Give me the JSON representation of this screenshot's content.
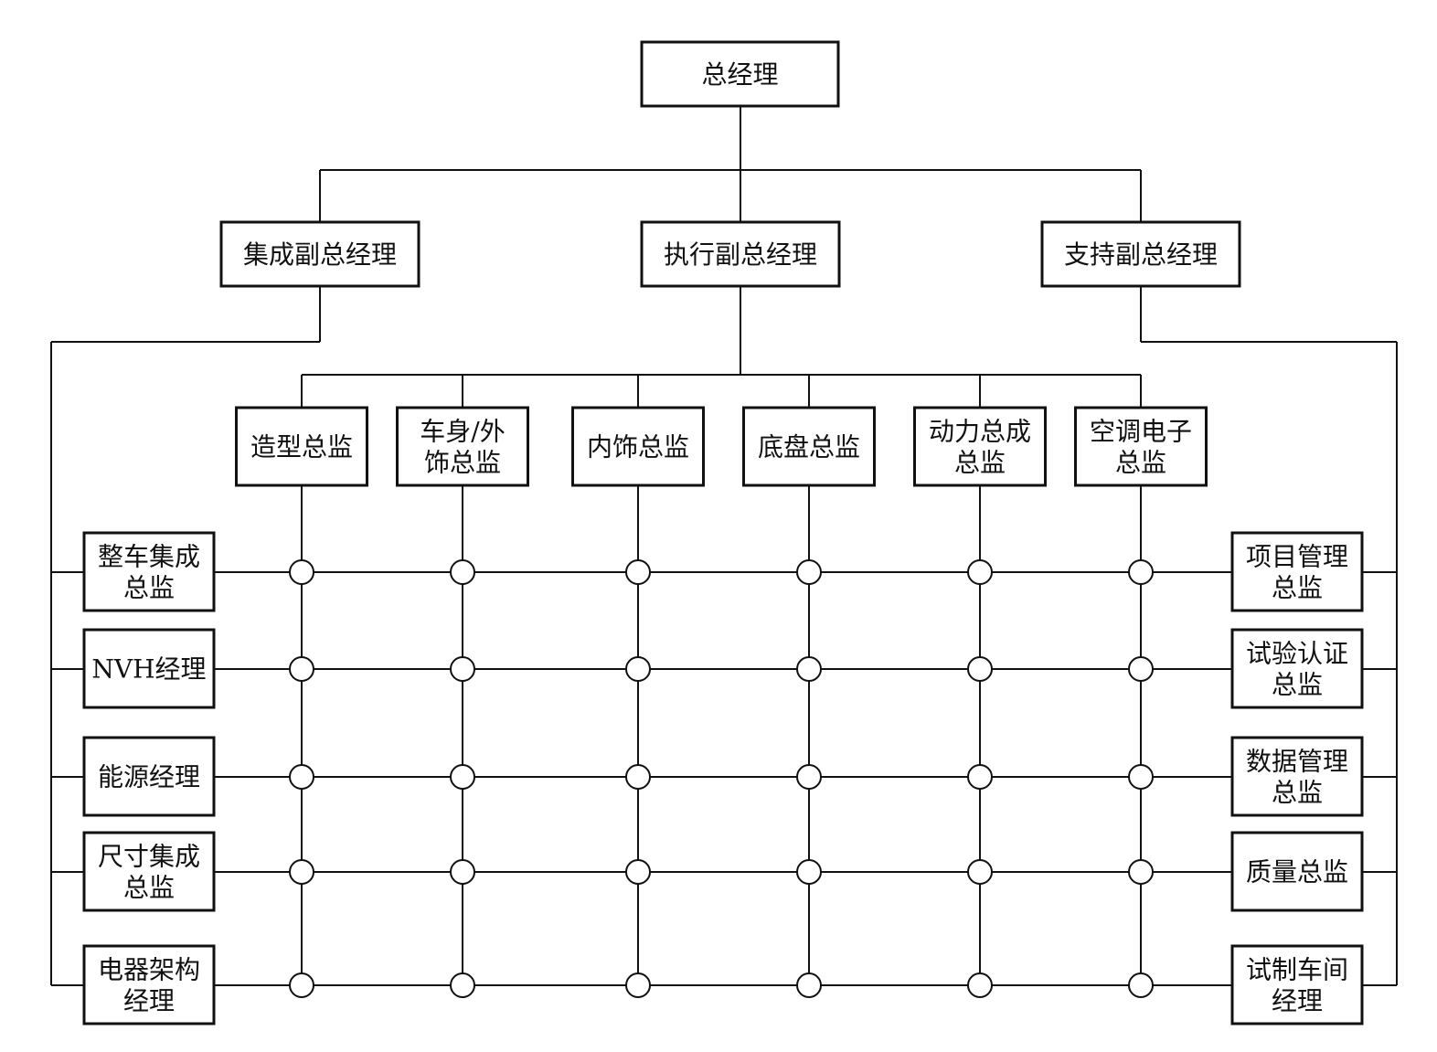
{
  "top": {
    "label": "总经理"
  },
  "vps": [
    {
      "lines": [
        "集成副总经理"
      ]
    },
    {
      "lines": [
        "执行副总经理"
      ]
    },
    {
      "lines": [
        "支持副总经理"
      ]
    }
  ],
  "columns": [
    {
      "lines": [
        "造型总监"
      ]
    },
    {
      "lines": [
        "车身/外",
        "饰总监"
      ]
    },
    {
      "lines": [
        "内饰总监"
      ]
    },
    {
      "lines": [
        "底盘总监"
      ]
    },
    {
      "lines": [
        "动力总成",
        "总监"
      ]
    },
    {
      "lines": [
        "空调电子",
        "总监"
      ]
    }
  ],
  "left_rows": [
    {
      "lines": [
        "整车集成",
        "总监"
      ]
    },
    {
      "lines": [
        "NVH经理"
      ]
    },
    {
      "lines": [
        "能源经理"
      ]
    },
    {
      "lines": [
        "尺寸集成",
        "总监"
      ]
    },
    {
      "lines": [
        "电器架构",
        "经理"
      ]
    }
  ],
  "right_rows": [
    {
      "lines": [
        "项目管理",
        "总监"
      ]
    },
    {
      "lines": [
        "试验认证",
        "总监"
      ]
    },
    {
      "lines": [
        "数据管理",
        "总监"
      ]
    },
    {
      "lines": [
        "质量总监"
      ]
    },
    {
      "lines": [
        "试制车间",
        "经理"
      ]
    }
  ]
}
